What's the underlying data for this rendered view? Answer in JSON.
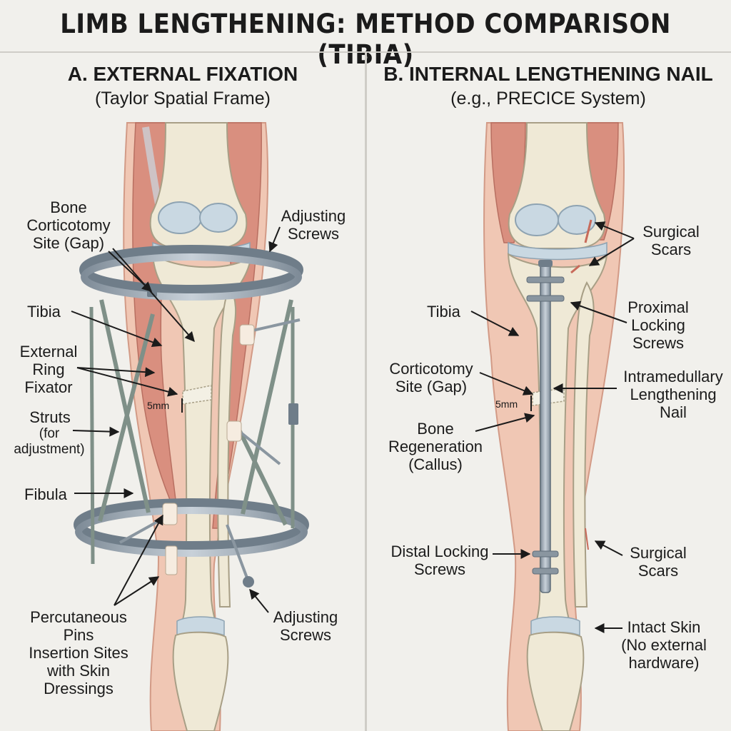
{
  "title": "LIMB LENGTHENING: METHOD COMPARISON (TIBIA)",
  "panel_a": {
    "title": "A. EXTERNAL FIXATION",
    "subtitle": "(Taylor Spatial Frame)",
    "labels": {
      "bone_corticotomy": "Bone\nCorticotomy\nSite (Gap)",
      "adjusting_screws_top": "Adjusting\nScrews",
      "tibia": "Tibia",
      "external_ring_fixator": "External\nRing\nFixator",
      "struts": "Struts",
      "struts_note": "(for\nadjustment)",
      "fibula": "Fibula",
      "percutaneous_pins": "Percutaneous\nPins\nInsertion Sites\nwith Skin\nDressings",
      "adjusting_screws_bottom": "Adjusting\nScrews",
      "gap_measure": "5mm"
    }
  },
  "panel_b": {
    "title": "B. INTERNAL LENGTHENING NAIL",
    "subtitle": "(e.g., PRECICE System)",
    "labels": {
      "surgical_scars_top": "Surgical\nScars",
      "tibia": "Tibia",
      "proximal_locking_screws": "Proximal\nLocking\nScrews",
      "corticotomy_site": "Corticotomy\nSite (Gap)",
      "intramedullary_nail": "Intramedullary\nLengthening\nNail",
      "bone_regeneration": "Bone\nRegeneration\n(Callus)",
      "distal_locking_screws": "Distal Locking\nScrews",
      "surgical_scars_bottom": "Surgical\nScars",
      "intact_skin": "Intact Skin\n(No external\nhardware)",
      "gap_measure": "5mm"
    }
  },
  "colors": {
    "skin": "#f0c7b4",
    "muscle": "#d98f7f",
    "bone": "#efe9d6",
    "cartilage": "#c9d8e2",
    "metal": "#9aa7b3",
    "background": "#f1f0ec"
  }
}
